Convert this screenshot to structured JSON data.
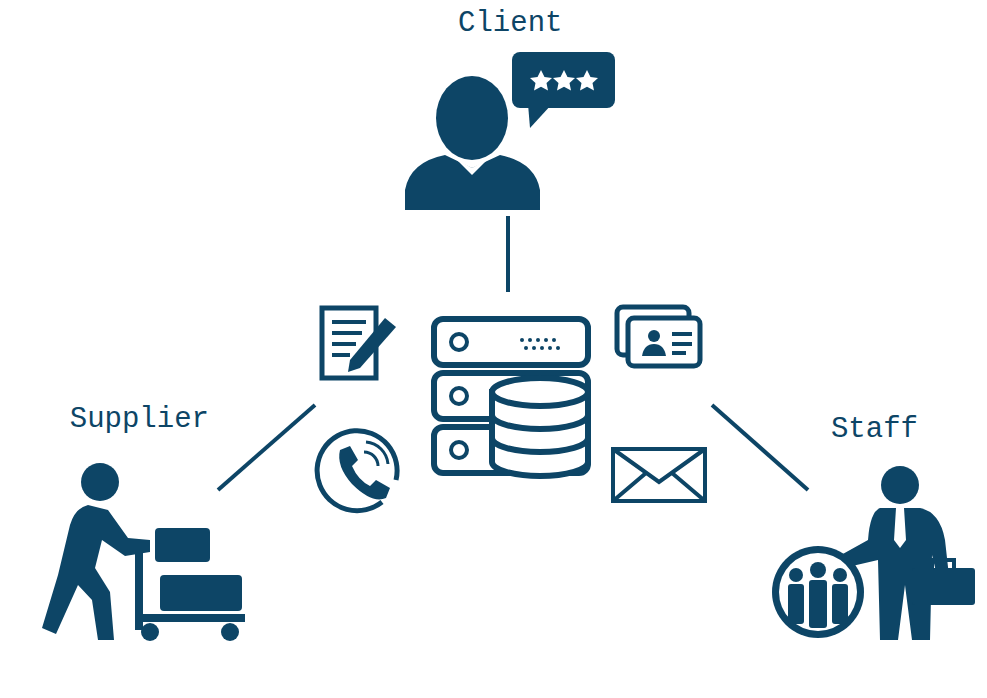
{
  "diagram": {
    "nodes": [
      {
        "text": [
          "Client"
        ]
      },
      {
        "text": [
          "Supplier"
        ]
      },
      {
        "text": [
          "Staff"
        ]
      }
    ]
  }
}
